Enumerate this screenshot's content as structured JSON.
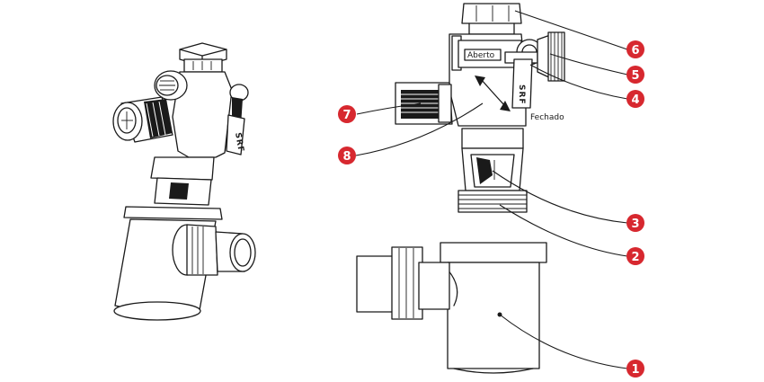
{
  "labels": {
    "open": "Aberto",
    "closed": "Fechado",
    "brand": "SRF"
  },
  "callouts": [
    {
      "number": "1"
    },
    {
      "number": "2"
    },
    {
      "number": "3"
    },
    {
      "number": "4"
    },
    {
      "number": "5"
    },
    {
      "number": "6"
    },
    {
      "number": "7"
    },
    {
      "number": "8"
    }
  ],
  "colors": {
    "badge": "#d7282f",
    "line": "#1a1a1a"
  }
}
